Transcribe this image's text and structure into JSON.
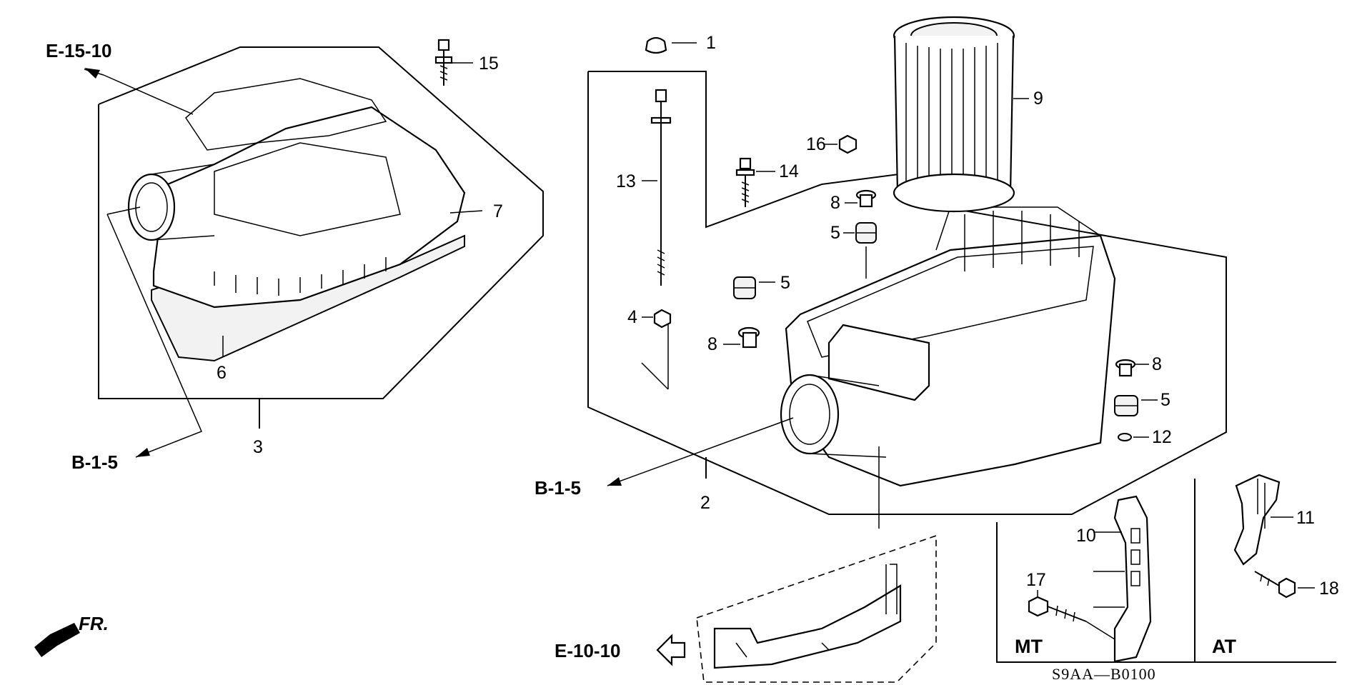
{
  "diagram": {
    "part_numbers": [
      "1",
      "2",
      "3",
      "4",
      "5",
      "5",
      "5",
      "6",
      "7",
      "8",
      "8",
      "8",
      "9",
      "10",
      "11",
      "12",
      "13",
      "14",
      "15",
      "16",
      "17",
      "18"
    ],
    "references": {
      "e_15_10": "E-15-10",
      "b_1_5_left": "B-1-5",
      "b_1_5_center": "B-1-5",
      "e_10_10": "E-10-10"
    },
    "front_marker": "FR.",
    "variants": {
      "mt": "MT",
      "at": "AT"
    },
    "diagram_code": "S9AA—B0100"
  }
}
